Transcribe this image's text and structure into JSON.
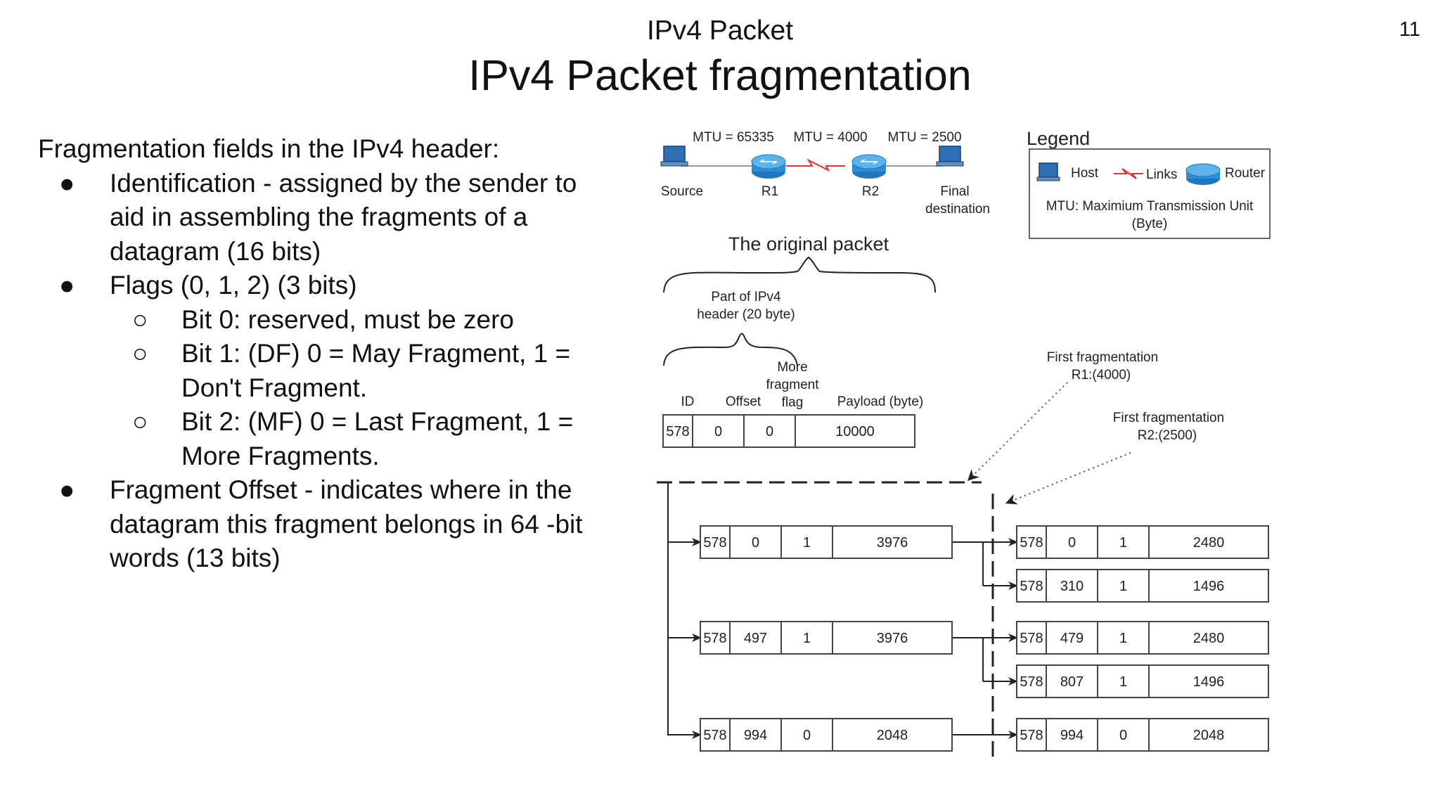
{
  "slide": {
    "subtitle": "IPv4 Packet",
    "title": "IPv4 Packet fragmentation",
    "page_number": "11"
  },
  "text": {
    "intro": "Fragmentation fields in the IPv4 header:",
    "bullet_glyph": "●",
    "sub_bullet_glyph": "○",
    "items": [
      {
        "level": 1,
        "lines": [
          "Identification - assigned by the sender to",
          "aid in assembling the fragments of a",
          "datagram (16 bits)"
        ]
      },
      {
        "level": 1,
        "lines": [
          "Flags (0, 1, 2) (3 bits)"
        ]
      },
      {
        "level": 2,
        "lines": [
          "Bit 0: reserved, must be zero"
        ]
      },
      {
        "level": 2,
        "lines": [
          "Bit 1: (DF) 0 = May Fragment,  1 =",
          "Don't Fragment."
        ]
      },
      {
        "level": 2,
        "lines": [
          "Bit 2: (MF) 0 = Last Fragment, 1 =",
          "More Fragments."
        ]
      },
      {
        "level": 1,
        "lines": [
          "Fragment Offset - indicates where in the",
          "datagram this fragment belongs in 64 -bit",
          "words (13 bits)"
        ]
      }
    ]
  },
  "diagram": {
    "network": {
      "mtus": [
        "MTU = 65335",
        "MTU = 4000",
        "MTU = 2500"
      ],
      "nodes": [
        {
          "label": "Source",
          "type": "host",
          "label2": ""
        },
        {
          "label": "R1",
          "type": "router",
          "label2": ""
        },
        {
          "label": "R2",
          "type": "router",
          "label2": ""
        },
        {
          "label": "Final",
          "type": "host",
          "label2": "destination"
        }
      ]
    },
    "legend": {
      "title": "Legend",
      "host": "Host",
      "links": "Links",
      "router": "Router",
      "mtu_line1": "MTU: Maximium Transmission Unit",
      "mtu_line2": "(Byte)"
    },
    "original_packet": {
      "title": "The original packet",
      "header_label_1": "Part of IPv4",
      "header_label_2": "header (20 byte)",
      "col_headers": {
        "id": "ID",
        "offset": "Offset",
        "more_1": "More",
        "more_2": "fragment",
        "more_3": "flag",
        "payload": "Payload (byte)"
      },
      "values": [
        "578",
        "0",
        "0",
        "10000"
      ]
    },
    "annotations": {
      "r1_1": "First fragmentation",
      "r1_2": "R1:(4000)",
      "r2_1": "First fragmentation",
      "r2_2": "R2:(2500)"
    },
    "r1_fragments": [
      [
        "578",
        "0",
        "1",
        "3976"
      ],
      [
        "578",
        "497",
        "1",
        "3976"
      ],
      [
        "578",
        "994",
        "0",
        "2048"
      ]
    ],
    "r2_fragments": [
      [
        "578",
        "0",
        "1",
        "2480"
      ],
      [
        "578",
        "310",
        "1",
        "1496"
      ],
      [
        "578",
        "479",
        "1",
        "2480"
      ],
      [
        "578",
        "807",
        "1",
        "1496"
      ],
      [
        "578",
        "994",
        "0",
        "2048"
      ]
    ],
    "colors": {
      "host": "#2f6fb3",
      "router": "#2a8fd6",
      "link": "#999999",
      "serial_link": "#e03030"
    }
  }
}
